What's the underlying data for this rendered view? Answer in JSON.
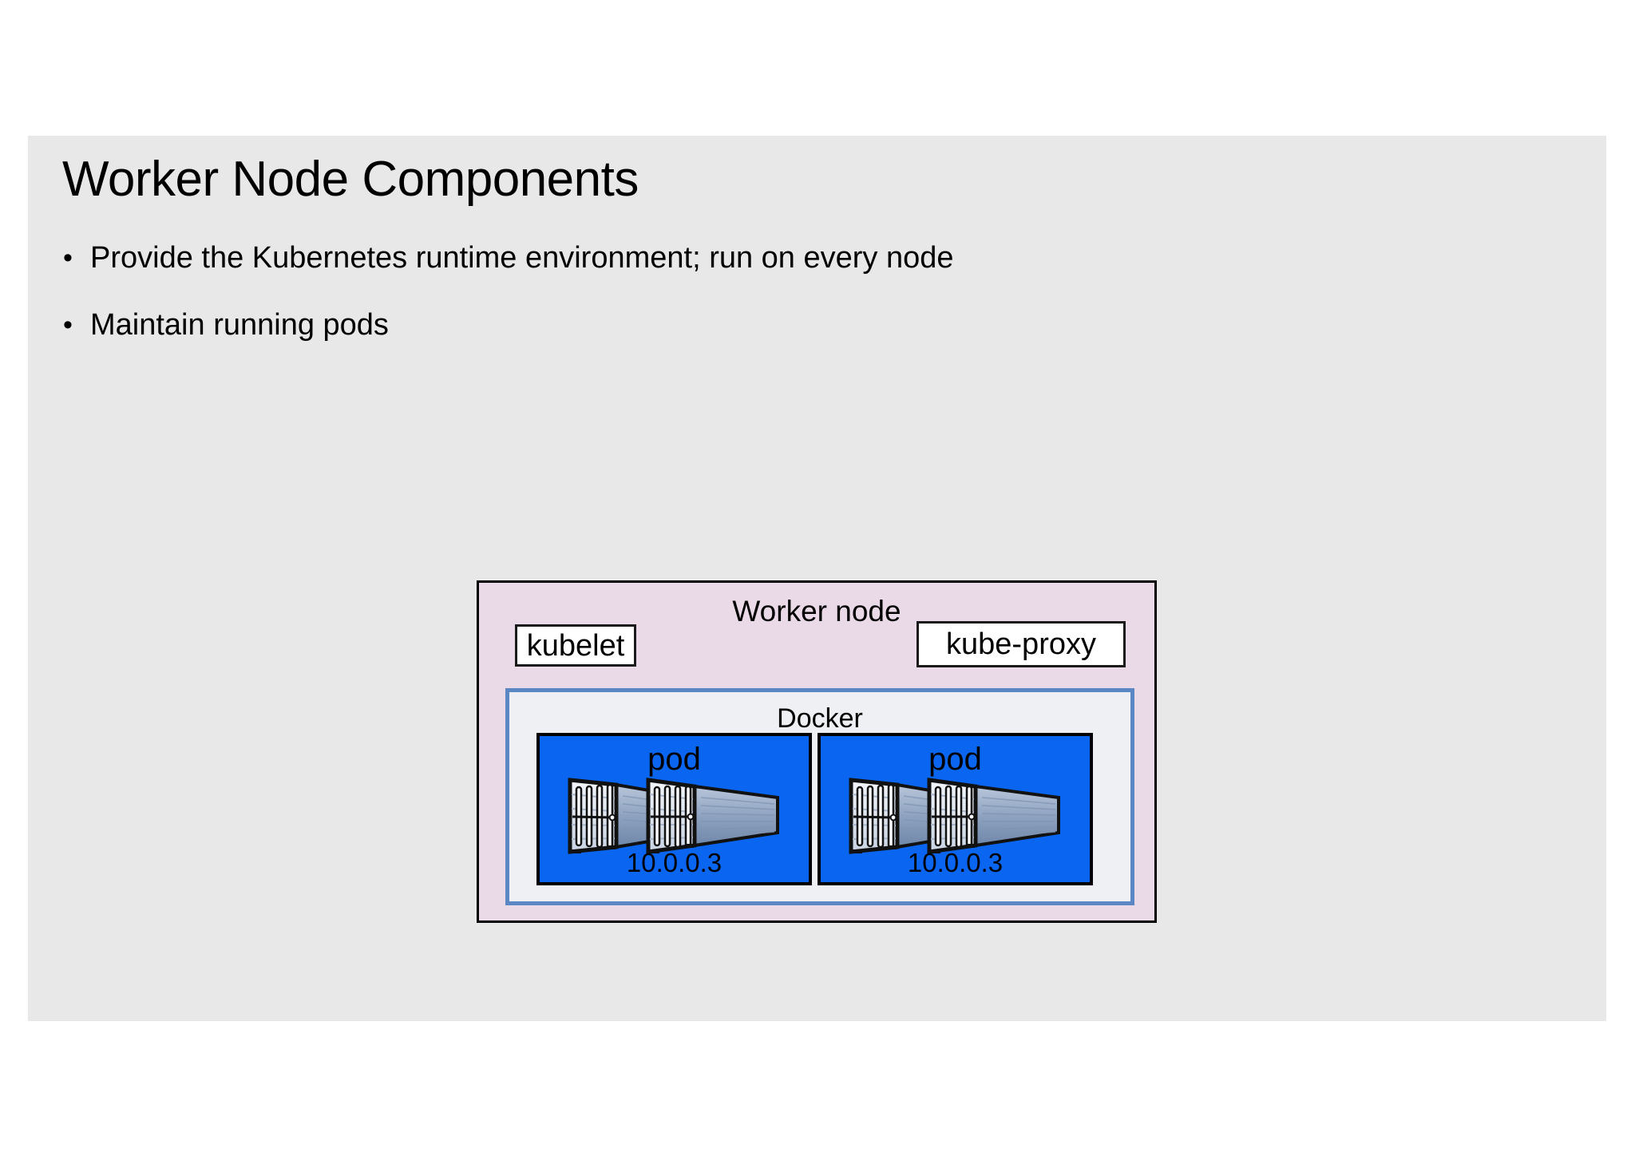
{
  "slide": {
    "title": "Worker Node Components",
    "background_color": "#e8e8e9",
    "bullets": [
      {
        "marker": "•",
        "text": "Provide the Kubernetes runtime environment; run on every node"
      },
      {
        "marker": "•",
        "text": "Maintain running pods"
      }
    ]
  },
  "diagram": {
    "worker_node": {
      "label": "Worker node",
      "fill_color": "#ead9e7",
      "border_color": "#000000",
      "components": [
        {
          "label": "kubelet"
        },
        {
          "label": "kube-proxy"
        }
      ],
      "docker": {
        "label": "Docker",
        "fill_color": "#eef0f3",
        "border_color": "#5b87c5",
        "pods": [
          {
            "label": "pod",
            "ip": "10.0.0.3",
            "fill_color": "#0a66f0",
            "container_count": 2,
            "container_icon": "shipping-container-icon"
          },
          {
            "label": "pod",
            "ip": "10.0.0.3",
            "fill_color": "#0a66f0",
            "container_count": 2,
            "container_icon": "shipping-container-icon"
          }
        ]
      }
    }
  }
}
